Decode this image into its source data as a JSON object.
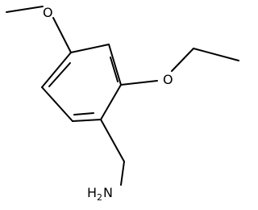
{
  "structure": {
    "atoms": {
      "methoxy_oxygen": "O",
      "ethoxy_oxygen": "O",
      "amine_main": "H",
      "amine_subscript": "2",
      "amine_tail": "N"
    },
    "bond_color": "#000000",
    "text_color": "#000000",
    "background_color": "#ffffff"
  }
}
